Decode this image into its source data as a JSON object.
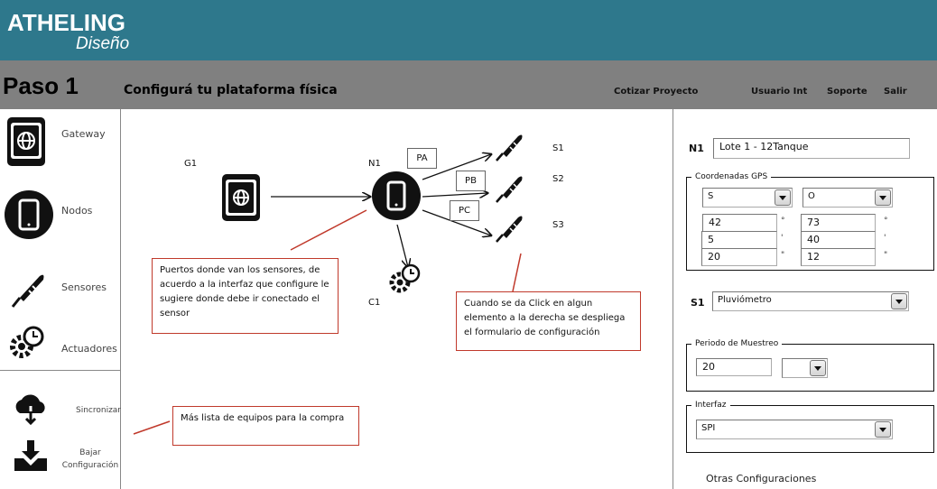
{
  "header": {
    "brand": "ATHELING",
    "brand_sub": "Diseño"
  },
  "titlebar": {
    "step": "Paso 1",
    "subtitle": "Configurá tu plataforma física",
    "nav": [
      "Cotizar Proyecto",
      "Usuario Int",
      "Soporte",
      "Salir"
    ]
  },
  "sidebar": {
    "items": [
      {
        "label": "Gateway",
        "icon": "gateway-icon"
      },
      {
        "label": "Nodos",
        "icon": "phone-icon"
      },
      {
        "label": "Sensores",
        "icon": "sensor-probe-icon"
      },
      {
        "label": "Actuadores",
        "icon": "gear-clock-icon"
      }
    ],
    "actions": [
      {
        "label": "Sincronizar",
        "icon": "cloud-download-icon"
      },
      {
        "label": "Bajar Configuración",
        "icon": "download-tray-icon"
      }
    ]
  },
  "canvas": {
    "gateway": "G1",
    "node": "N1",
    "actuator": "C1",
    "ports": [
      "PA",
      "PB",
      "PC"
    ],
    "sensors": [
      "S1",
      "S2",
      "S3"
    ],
    "notes": [
      "Puertos donde van los  sensores, de acuerdo a la interfaz que configure le sugiere donde debe ir conectado el sensor",
      "Cuando se da Click en algun elemento a la derecha se despliega el formulario de configuración",
      "Más lista de equipos para la compra"
    ]
  },
  "panel": {
    "node_label": "N1",
    "node_name": "Lote 1 - 12Tanque",
    "gps": {
      "legend": "Coordenadas GPS",
      "lat_dir": "S",
      "lon_dir": "O",
      "lat": [
        "42",
        "5",
        "20"
      ],
      "lon": [
        "73",
        "40",
        "12"
      ],
      "units": [
        "°",
        "'",
        "\""
      ]
    },
    "sensor_label": "S1",
    "sensor_type": "Pluviómetro",
    "sampling": {
      "legend": "Periodo de Muestreo",
      "value": "20",
      "unit": ""
    },
    "interface": {
      "legend": "Interfaz",
      "value": "SPI"
    },
    "other": "Otras Configuraciones"
  },
  "colors": {
    "header": "#2e788c",
    "bar": "#808080",
    "note_border": "#c0392b"
  }
}
